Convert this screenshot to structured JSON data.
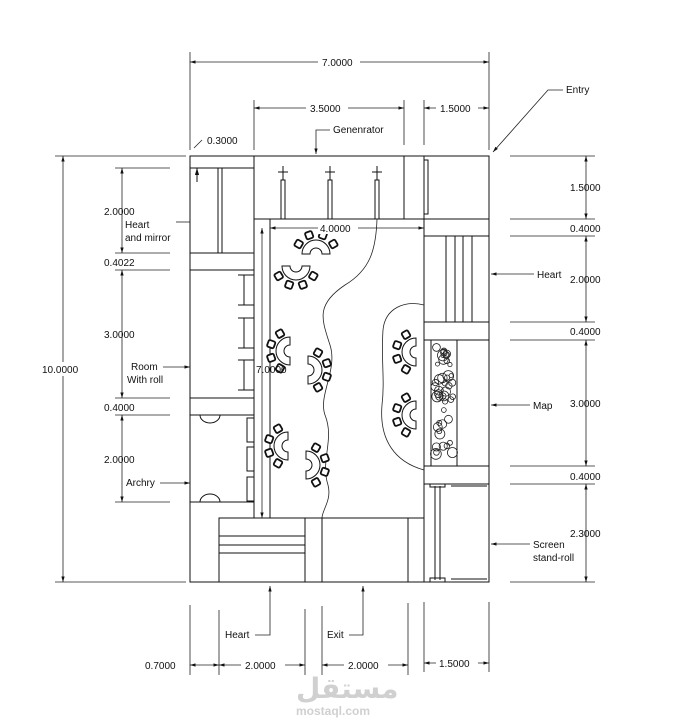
{
  "dimensions": {
    "top_total": "7.0000",
    "top_generator": "3.5000",
    "top_right": "1.5000",
    "top_wall": "0.3000",
    "hall_width": "4.0000",
    "hall_length": "7.0000",
    "left_total": "10.0000",
    "left": [
      "2.0000",
      "0.4022",
      "3.0000",
      "0.4000",
      "2.0000"
    ],
    "right": [
      "1.5000",
      "0.4000",
      "2.0000",
      "0.4000",
      "3.0000",
      "0.4000",
      "2.3000"
    ],
    "bottom": [
      "0.7000",
      "2.0000",
      "2.0000",
      "1.5000"
    ]
  },
  "labels": {
    "entry": "Entry",
    "generator": "Genenrator",
    "heart_mirror_1": "Heart",
    "heart_mirror_2": "and mirror",
    "room_roll_1": "Room",
    "room_roll_2": "With roll",
    "archery": "Archry",
    "heart_right": "Heart",
    "map": "Map",
    "screen_1": "Screen",
    "screen_2": "stand-roll",
    "heart_bottom": "Heart",
    "exit": "Exit"
  },
  "watermark": {
    "arabic": "مستقل",
    "latin": "mostaql.com"
  }
}
